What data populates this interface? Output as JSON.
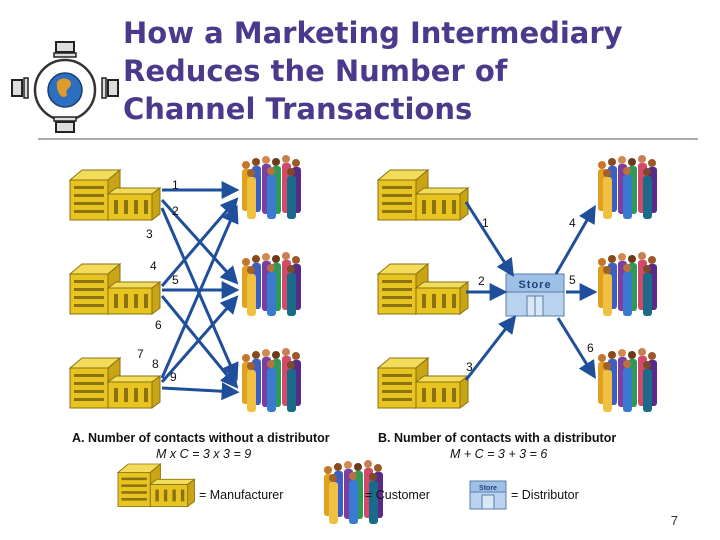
{
  "slide": {
    "title_line1": "How a Marketing Intermediary",
    "title_line2": "Reduces the Number of",
    "title_line3": "Channel Transactions",
    "page_number": "7"
  },
  "diagram_a": {
    "caption": "A. Number of contacts without a distributor",
    "formula": "M x C = 3 x 3 = 9",
    "contact_labels": [
      "1",
      "2",
      "3",
      "4",
      "5",
      "6",
      "7",
      "8",
      "9"
    ]
  },
  "diagram_b": {
    "caption": "B. Number of contacts with a distributor",
    "formula": "M + C = 3 + 3 = 6",
    "store_label": "Store",
    "contact_labels": [
      "1",
      "2",
      "3",
      "4",
      "5",
      "6"
    ]
  },
  "legend": {
    "manufacturer": "= Manufacturer",
    "customer": "= Customer",
    "distributor": "= Distributor",
    "store_label": "Store"
  },
  "colors": {
    "title": "#4b3a8c",
    "arrow": "#1f4e9a",
    "building": "#e6c21f",
    "store": "#b9d3ee"
  }
}
